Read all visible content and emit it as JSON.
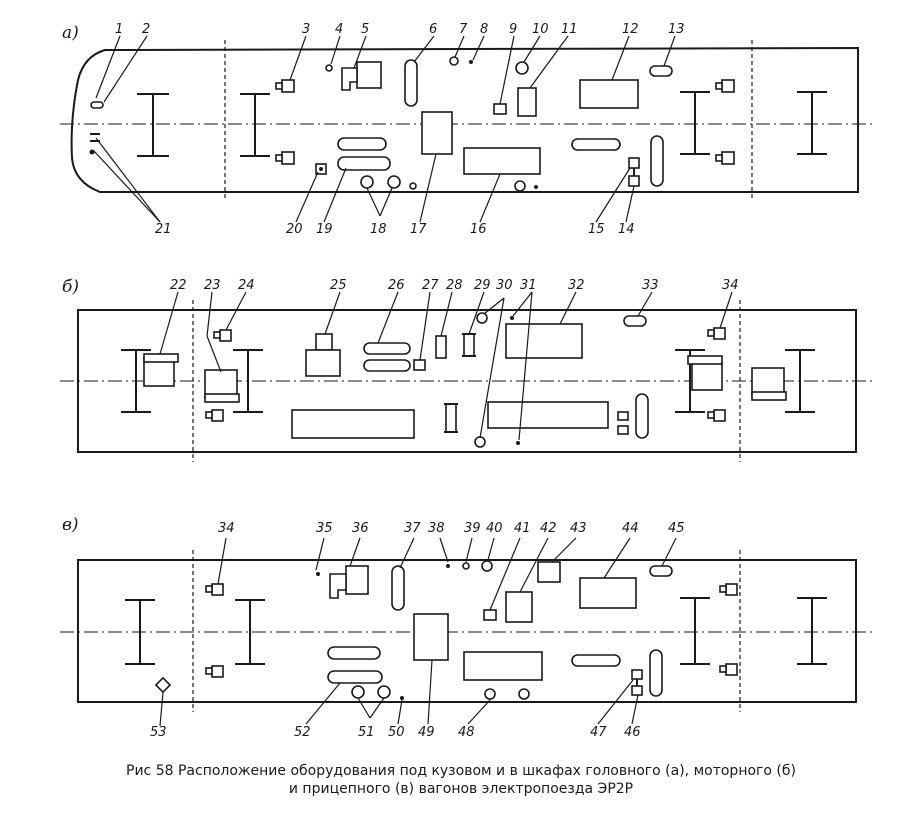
{
  "panels": {
    "a": "а)",
    "b": "б)",
    "c": "в)"
  },
  "labels_a": [
    "1",
    "2",
    "3",
    "4",
    "5",
    "6",
    "7",
    "8",
    "9",
    "10",
    "11",
    "12",
    "13",
    "14",
    "15",
    "16",
    "17",
    "18",
    "19",
    "20",
    "21"
  ],
  "labels_b": [
    "22",
    "23",
    "24",
    "25",
    "26",
    "27",
    "28",
    "29",
    "30",
    "31",
    "32",
    "33",
    "34"
  ],
  "labels_c": [
    "34",
    "35",
    "36",
    "37",
    "38",
    "39",
    "40",
    "41",
    "42",
    "43",
    "44",
    "45",
    "46",
    "47",
    "48",
    "49",
    "50",
    "51",
    "52",
    "53"
  ],
  "caption": {
    "line1": "Рис 58 Расположение оборудования под кузовом и в шкафах головного (а), моторного (б)",
    "line2": "и прицепного (в) вагонов электропоезда ЭР2Р"
  }
}
